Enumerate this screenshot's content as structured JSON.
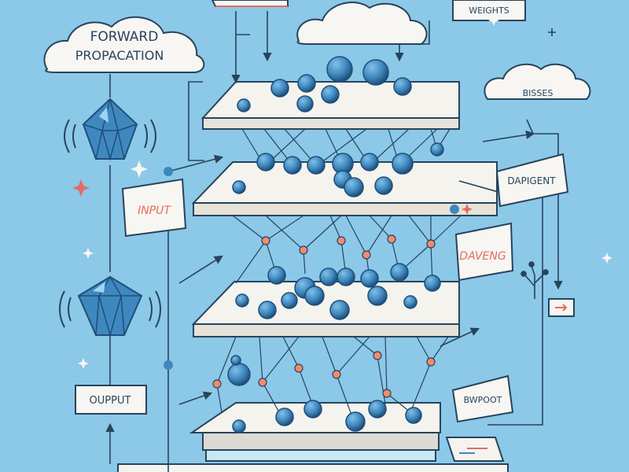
{
  "labels": {
    "forward_propagation_line1": "FORWARD",
    "forward_propagation_line2": "PROPACATION",
    "weights": "WEIGHTS",
    "bisses": "BISSES",
    "input": "INPUT",
    "dapigent": "DAPIGENT",
    "daveng": "DAVENG",
    "oupput": "OUPPUT",
    "bwpodt": "BWPOOT"
  },
  "colors": {
    "background": "#8cc8e8",
    "neuron": "#3f88bf",
    "neuron_dark": "#1f4f79",
    "connector_node": "#f08a72",
    "platform": "#f5f3ee",
    "line": "#27445c",
    "accent_text": "#e56b62"
  },
  "icons": {
    "crystal_top": "crystal-gem-icon",
    "crystal_bottom": "crystal-gem-icon",
    "sparkle": "sparkle-icon",
    "sprout": "sprout-icon"
  }
}
